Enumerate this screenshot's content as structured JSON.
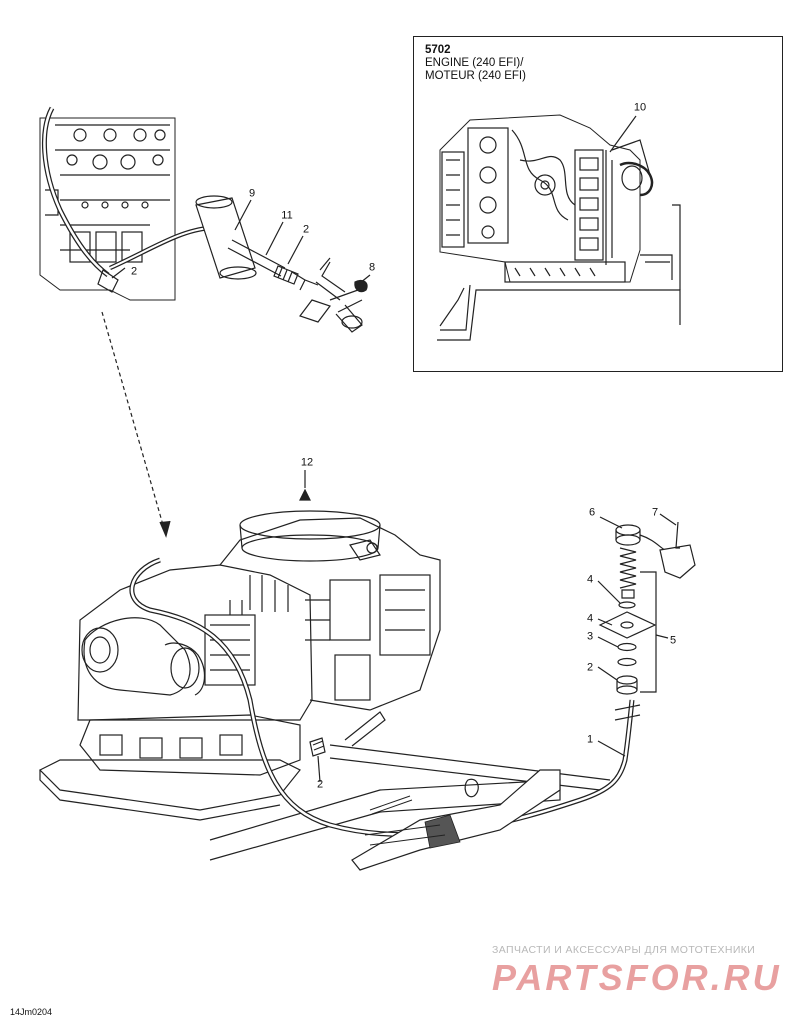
{
  "inset": {
    "model": "5702",
    "line1": "ENGINE (240 EFI)/",
    "line2": "MOTEUR (240 EFI)"
  },
  "callouts": {
    "c9": "9",
    "c11": "11",
    "c2a": "2",
    "c2b": "2",
    "c8": "8",
    "c10": "10",
    "c12": "12",
    "c6": "6",
    "c7": "7",
    "c4a": "4",
    "c4b": "4",
    "c3": "3",
    "c5": "5",
    "c2c": "2",
    "c1": "1",
    "c2d": "2"
  },
  "footer": {
    "code": "14Jm0204"
  },
  "watermark": {
    "text_ru": "ЗАПЧАСТИ И АКСЕССУАРЫ ДЛЯ МОТОТЕХНИКИ",
    "logo": "PARTSFOR.RU",
    "color": "#e8a0a0"
  }
}
